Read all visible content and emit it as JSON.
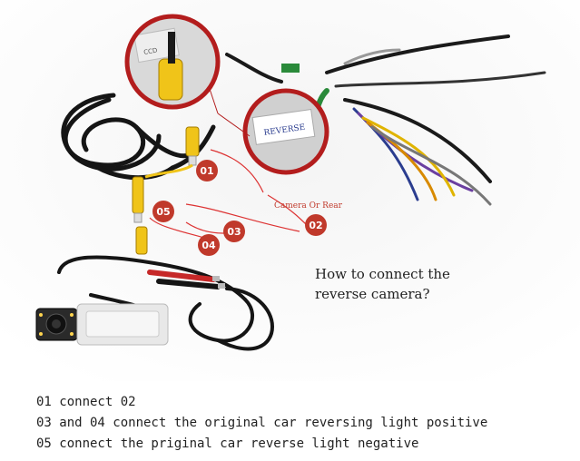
{
  "badges": {
    "b01": "01",
    "b02": "02",
    "b03": "03",
    "b04": "04",
    "b05": "05"
  },
  "zoom": {
    "connector_tag": "CCD",
    "reverse_tag": "REVERSE"
  },
  "wire_label": "Camera Or Rear",
  "caption": {
    "line1": "How to connect the",
    "line2": "reverse camera?"
  },
  "instructions": [
    "01 connect 02",
    "03 and 04 connect the original car reversing light positive",
    "05 connect the priginal car reverse light negative"
  ],
  "colors": {
    "badge": "#c0392b",
    "wire_red": "#d33",
    "rca_yellow": "#f0c419",
    "cable_black": "#151515",
    "zoom_ring": "#b31d1d"
  }
}
